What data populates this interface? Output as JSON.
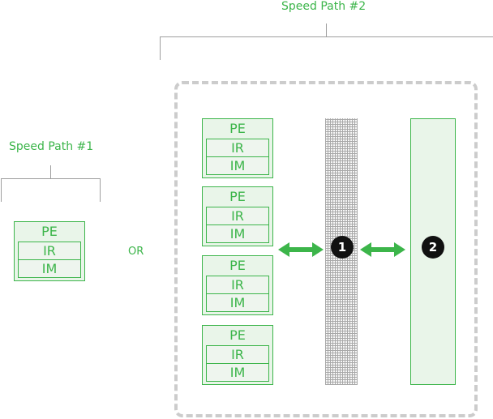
{
  "speed_path_2": {
    "label": "Speed Path #2"
  },
  "speed_path_1": {
    "label": "Speed Path #1"
  },
  "separator": {
    "label": "OR"
  },
  "single_stack": {
    "pe": "PE",
    "ir": "IR",
    "im": "IM"
  },
  "multi_stacks": [
    {
      "pe": "PE",
      "ir": "IR",
      "im": "IM"
    },
    {
      "pe": "PE",
      "ir": "IR",
      "im": "IM"
    },
    {
      "pe": "PE",
      "ir": "IR",
      "im": "IM"
    },
    {
      "pe": "PE",
      "ir": "IR",
      "im": "IM"
    }
  ],
  "badges": {
    "first": "1",
    "second": "2"
  },
  "colors": {
    "accent_green": "#3cb54a",
    "fill_green": "#e9f5e9",
    "bracket_gray": "#9e9e9e",
    "dashed_border": "#cccccc",
    "badge_black": "#111111"
  }
}
